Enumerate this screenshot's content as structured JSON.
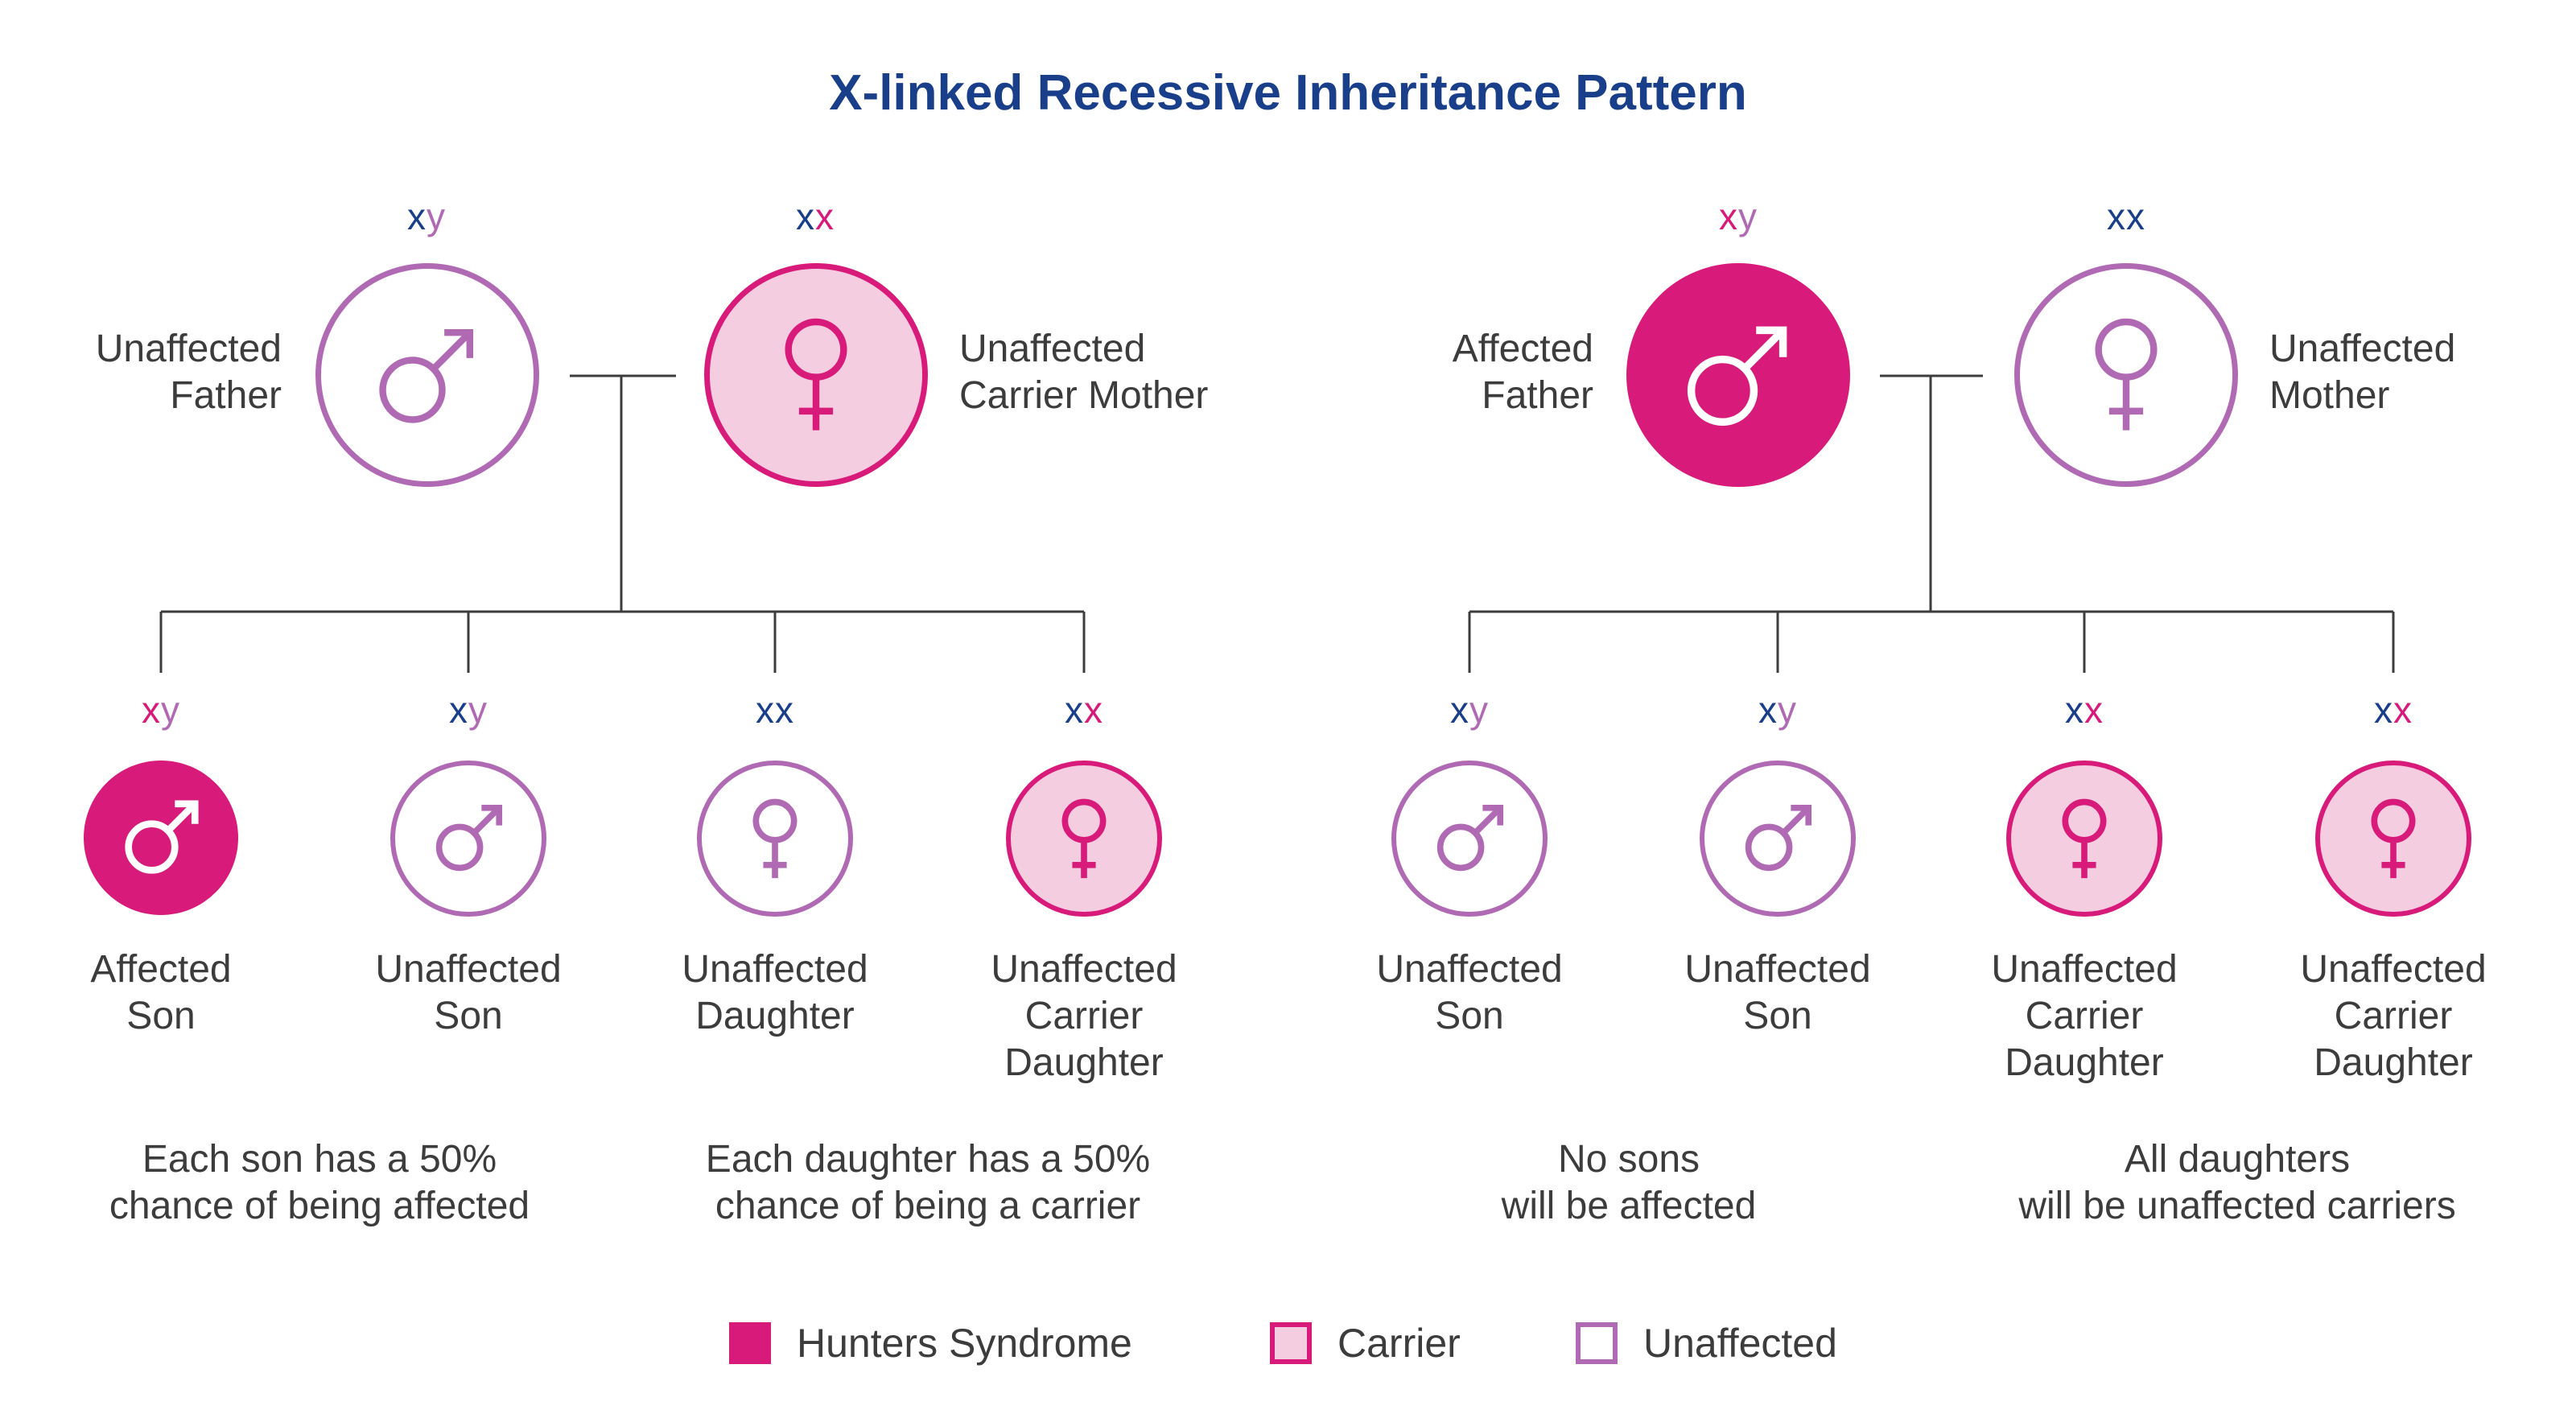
{
  "title": "X-linked Recessive Inheritance Pattern",
  "colors": {
    "affected": "#d81b7a",
    "carrier_fill": "#f4cde0",
    "carrier_border": "#d81b7a",
    "unaffected_border": "#b06ab3",
    "x_blue": "#1a3f8a",
    "x_pink": "#d81b7a",
    "y_purple": "#b06ab3"
  },
  "left": {
    "father": {
      "genotype": [
        "x",
        "y"
      ],
      "label_l1": "Unaffected",
      "label_l2": "Father"
    },
    "mother": {
      "genotype": [
        "x",
        "x"
      ],
      "label_l1": "Unaffected",
      "label_l2": "Carrier Mother"
    },
    "children": [
      {
        "genotype": [
          "x",
          "y"
        ],
        "l1": "Affected",
        "l2": "Son",
        "l3": ""
      },
      {
        "genotype": [
          "x",
          "y"
        ],
        "l1": "Unaffected",
        "l2": "Son",
        "l3": ""
      },
      {
        "genotype": [
          "x",
          "x"
        ],
        "l1": "Unaffected",
        "l2": "Daughter",
        "l3": ""
      },
      {
        "genotype": [
          "x",
          "x"
        ],
        "l1": "Unaffected",
        "l2": "Carrier",
        "l3": "Daughter"
      }
    ],
    "note_sons_l1": "Each son has a 50%",
    "note_sons_l2": "chance of being affected",
    "note_daughters_l1": "Each daughter has a 50%",
    "note_daughters_l2": "chance of being a carrier"
  },
  "right": {
    "father": {
      "genotype": [
        "x",
        "y"
      ],
      "label_l1": "Affected",
      "label_l2": "Father"
    },
    "mother": {
      "genotype": [
        "x",
        "x"
      ],
      "label_l1": "Unaffected",
      "label_l2": "Mother"
    },
    "children": [
      {
        "genotype": [
          "x",
          "y"
        ],
        "l1": "Unaffected",
        "l2": "Son",
        "l3": ""
      },
      {
        "genotype": [
          "x",
          "y"
        ],
        "l1": "Unaffected",
        "l2": "Son",
        "l3": ""
      },
      {
        "genotype": [
          "x",
          "x"
        ],
        "l1": "Unaffected",
        "l2": "Carrier",
        "l3": "Daughter"
      },
      {
        "genotype": [
          "x",
          "x"
        ],
        "l1": "Unaffected",
        "l2": "Carrier",
        "l3": "Daughter"
      }
    ],
    "note_sons_l1": "No sons",
    "note_sons_l2": "will be affected",
    "note_daughters_l1": "All daughters",
    "note_daughters_l2": "will be unaffected carriers"
  },
  "legend": {
    "affected": "Hunters Syndrome",
    "carrier": "Carrier",
    "unaffected": "Unaffected"
  }
}
